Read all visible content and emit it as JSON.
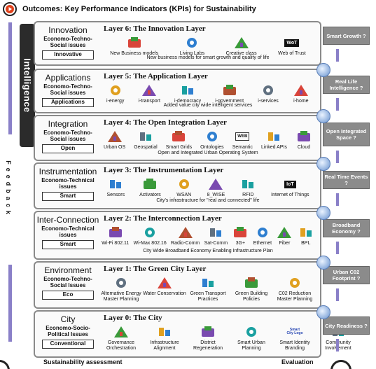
{
  "header": {
    "title": "Outcomes: Key Performance Indicators (KPIs) for Sustainability"
  },
  "side": {
    "intelligence": "Intelligence",
    "feedback": "Feedback"
  },
  "layers": [
    {
      "name": "Innovation",
      "desc": "Economo-Techno-Social issues",
      "chip": "Innovative",
      "title": "Layer 6: The Innovation  Layer",
      "items": [
        "New Business models",
        "Living Labs",
        "Creative class",
        "Web of Trust"
      ],
      "caption": "New business models for smart growth and quality of life",
      "result": "Smart Growth ?"
    },
    {
      "name": "Applications",
      "desc": "Economo-Techno-Social issues",
      "chip": "Applications",
      "title": "Layer 5: The Application Layer",
      "items": [
        "i-energy",
        "i-transport",
        "i-democracy",
        "i-government",
        "i-services",
        "i-home"
      ],
      "caption": "Added value city wide intelligent services",
      "result": "Real Life Intelligence ?"
    },
    {
      "name": "Integration",
      "desc": "Economo-Techno-Social issues",
      "chip": "Open",
      "title": "Layer 4: The Open Integration Layer",
      "items": [
        "Urban OS",
        "Geospatial",
        "Smart Grids",
        "Ontologies",
        "Semantic",
        "Linked APIs",
        "Cloud"
      ],
      "caption": "Open and Integrated  Urban Operating System",
      "result": "Open Integrated Space ?"
    },
    {
      "name": "Instrumentation",
      "desc": "Economo-Technical issues",
      "chip": "Smart",
      "title": "Layer 3: The Instrumentation Layer",
      "items": [
        "Sensors",
        "Activators",
        "WSAN",
        "8_WISE",
        "RFID",
        "Internet of Things"
      ],
      "caption": "City's infrastructure for \"real and connected\" life",
      "result": "Real Time Events ?"
    },
    {
      "name": "Inter-Connection",
      "desc": "Economo-Technical issues",
      "chip": "Smart",
      "title": "Layer 2: The Interconnection  Layer",
      "items": [
        "Wi-Fi 802.11",
        "Wi-Max 802.16",
        "Radio-Comm",
        "Sat-Comm",
        "3G+",
        "Ethernet",
        "Fiber",
        "BPL"
      ],
      "caption": "City Wide Broadband Economy Enabling Infrastructure Plan",
      "result": "Broadband Economy ?"
    },
    {
      "name": "Environment",
      "desc": "Economo-Techno-Social Issues",
      "chip": "Eco",
      "title": "Layer 1: The Green  City  Layer",
      "items": [
        "Alternative Energy Master Planning",
        "Water Conservation",
        "Green Transport Practices",
        "Green Building Policies",
        "C02 Reduction Master Planning"
      ],
      "caption": "",
      "result": "Urban C02 Footprint ?"
    },
    {
      "name": "City",
      "desc": "Economo-Socio-Political Issues",
      "chip": "Conventional",
      "title": "Layer 0:  The City",
      "items": [
        "Governance Orchestration",
        "Infrastructure Alignment",
        "District Regeneration",
        "Smart Urban Planning",
        "Smart Identity Branding",
        "Community Involvement"
      ],
      "caption": "",
      "result": "City Readiness ?"
    }
  ],
  "icon_text": {
    "wot": "WoT",
    "iot": "IoT",
    "web": "WEB",
    "smart_logo": "Smart City Logo"
  },
  "footer": {
    "left": "Sustainability assessment",
    "right": "Evaluation"
  },
  "colors": {
    "accent_bar": "#8a80c8",
    "result_box": "#8b8b8b",
    "intelligence_bar": "#2b2b2b",
    "header_play": "#e0401a"
  }
}
